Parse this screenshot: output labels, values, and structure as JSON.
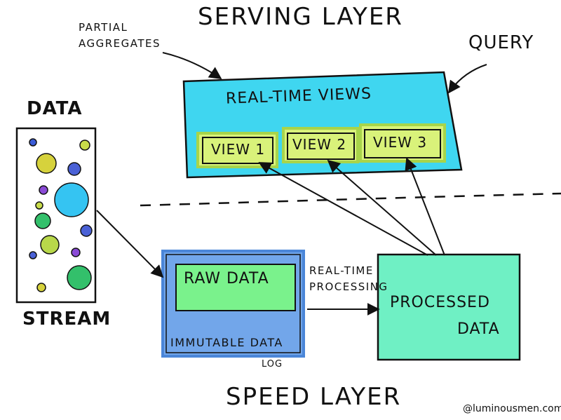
{
  "title": "SERVING LAYER",
  "bottom_title": "SPEED LAYER",
  "query_label": "QUERY",
  "partial_label": [
    "PARTIAL",
    "AGGREGATES"
  ],
  "data_label": "DATA",
  "stream_label": "STREAM",
  "realtime_views": {
    "title": "REAL-TIME VIEWS",
    "views": [
      "VIEW 1",
      "VIEW 2",
      "VIEW 3"
    ]
  },
  "immutable_log": {
    "inner_label": "RAW DATA",
    "label_line1": "IMMUTABLE DATA",
    "label_line2": "LOG"
  },
  "processing_label": [
    "REAL-TIME",
    "PROCESSING"
  ],
  "processed_data": [
    "PROCESSED",
    "DATA"
  ],
  "credit": "@luminousmen.com",
  "colors": {
    "views_panel": "#3fd6f0",
    "view_box": "#d9f27a",
    "log_panel": "#72a6ea",
    "raw_data": "#7af28c",
    "processed": "#6ff0c4"
  }
}
